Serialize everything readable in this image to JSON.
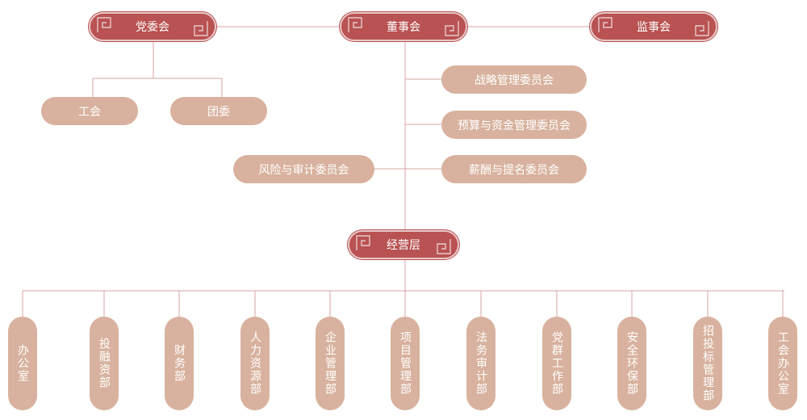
{
  "colors": {
    "primary": "#b95252",
    "secondary": "#d8b29e",
    "line": "#d9a3a3",
    "text": "#ffffff"
  },
  "top": {
    "party": "党委会",
    "board": "董事会",
    "supervisory": "监事会",
    "management": "经营层"
  },
  "party_children": [
    "工会",
    "团委"
  ],
  "committees": {
    "strategy": "战略管理委员会",
    "budget": "预算与资金管理委员会",
    "compensation": "薪酬与提名委员会",
    "risk": "风险与审计委员会"
  },
  "departments": [
    "办公室",
    "投融资部",
    "财务部",
    "人力资源部",
    "企业管理部",
    "项目管理部",
    "法务审计部",
    "党群工作部",
    "安全环保部",
    "招投标管理部",
    "工会办公室"
  ]
}
